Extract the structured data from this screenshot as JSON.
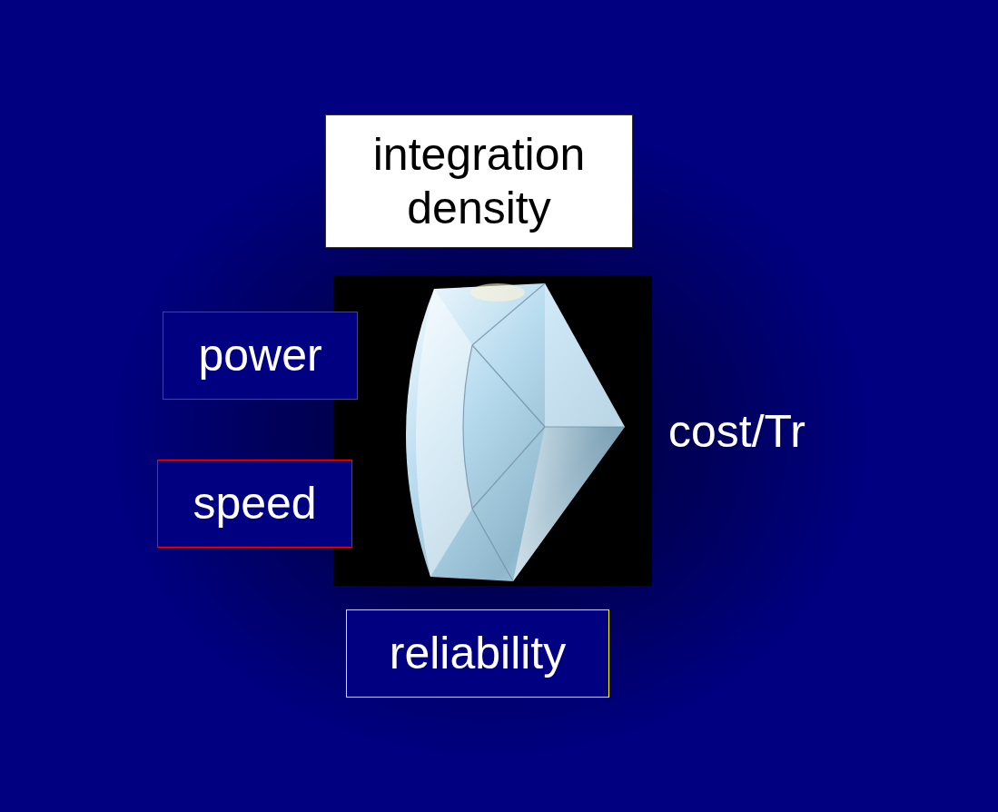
{
  "diagram": {
    "nodes": [
      {
        "text": [
          "integration density"
        ]
      },
      {
        "text": [
          "power"
        ]
      },
      {
        "text": [
          "speed"
        ]
      },
      {
        "text": [
          "reliability"
        ]
      }
    ],
    "labels": [
      "cost/Tr"
    ]
  }
}
